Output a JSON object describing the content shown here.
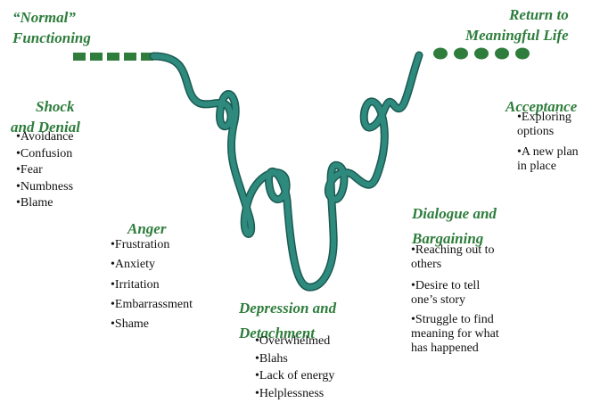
{
  "stages": {
    "normal": [
      "“Normal”",
      "Functioning"
    ],
    "return": [
      "Return to",
      "Meaningful Life"
    ],
    "shock": {
      "title": [
        "Shock",
        "and Denial"
      ],
      "items": [
        [
          "•Avoidance"
        ],
        [
          "•Confusion"
        ],
        [
          "•Fear"
        ],
        [
          "•Numbness"
        ],
        [
          "•Blame"
        ]
      ]
    },
    "anger": {
      "title": [
        "Anger"
      ],
      "items": [
        [
          "•Frustration"
        ],
        [
          "•Anxiety"
        ],
        [
          "•Irritation"
        ],
        [
          "•Embarrassment"
        ],
        [
          "•Shame"
        ]
      ]
    },
    "depression": {
      "title": [
        "Depression and",
        "Detachment"
      ],
      "items": [
        [
          "•Overwhelmed"
        ],
        [
          "•Blahs"
        ],
        [
          "•Lack of energy"
        ],
        [
          "•Helplessness"
        ]
      ]
    },
    "dialogue": {
      "title": [
        "Dialogue and",
        "Bargaining"
      ],
      "items": [
        [
          "•Reaching out to",
          "others"
        ],
        [
          "•Desire to tell",
          "one’s story"
        ],
        [
          "•Struggle to find",
          "meaning for what",
          "has happened"
        ]
      ]
    },
    "acceptance": {
      "title": [
        "Acceptance"
      ],
      "items": [
        [
          "•Exploring",
          "options"
        ],
        [
          "•A new plan",
          "in place"
        ]
      ]
    }
  },
  "colors": {
    "ribbon": "#2f8a7e",
    "ribbon_edge": "#1a5a52",
    "marker": "#2e7d3c",
    "heading": "#2e7d3c"
  }
}
